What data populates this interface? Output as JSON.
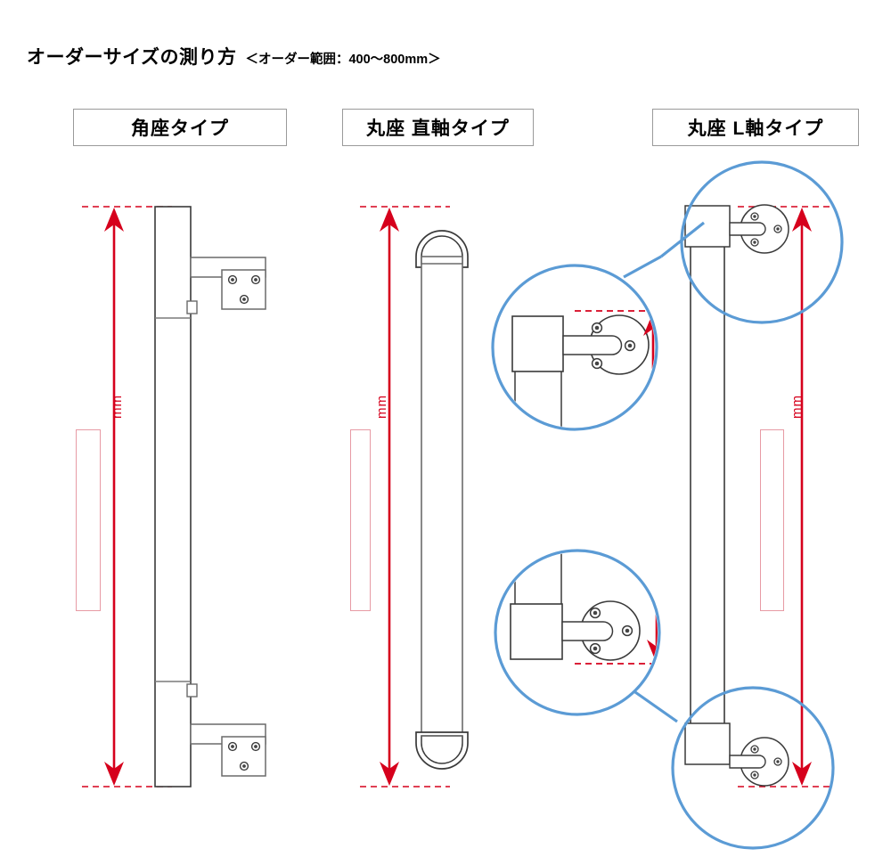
{
  "page": {
    "title_main": "オーダーサイズの測り方",
    "title_sub": "＜オーダー範囲：400〜800mm＞",
    "order_range": {
      "min_mm": 400,
      "max_mm": 800,
      "unit": "mm"
    },
    "background_color": "#ffffff",
    "accent_red": "#d6001c",
    "magnifier_blue": "#5b9bd5",
    "line_gray": "#555555",
    "box_border": "#e79aa4"
  },
  "columns": [
    {
      "id": "square-base",
      "header": "角座タイプ",
      "unit_label": "mm",
      "value": "",
      "placeholder": "",
      "has_magnifier": false,
      "description": "角座タイプ 手すり 縦棒と角型取付座金"
    },
    {
      "id": "round-base-straight",
      "header": "丸座 直軸タイプ",
      "unit_label": "mm",
      "value": "",
      "placeholder": "",
      "has_magnifier": true,
      "description": "丸座 直軸タイプ 丸端部の手すり"
    },
    {
      "id": "round-base-l-shaft",
      "header": "丸座 L軸タイプ",
      "unit_label": "mm",
      "value": "",
      "placeholder": "",
      "has_magnifier": true,
      "description": "丸座 L軸タイプ 角ブロックと丸座金"
    }
  ],
  "magnifiers": [
    {
      "id": "magnifier-upper",
      "target_column": "round-base-l-shaft",
      "target_end": "top",
      "note": "上部 丸座 拡大図"
    },
    {
      "id": "magnifier-lower",
      "target_column": "round-base-l-shaft",
      "target_end": "bottom",
      "note": "下部 丸座 拡大図"
    }
  ],
  "annotations": {
    "dimension_arrow_note": "赤い矢印は採寸範囲を示す",
    "dashed_line_note": "赤い破線は採寸の基準線"
  }
}
